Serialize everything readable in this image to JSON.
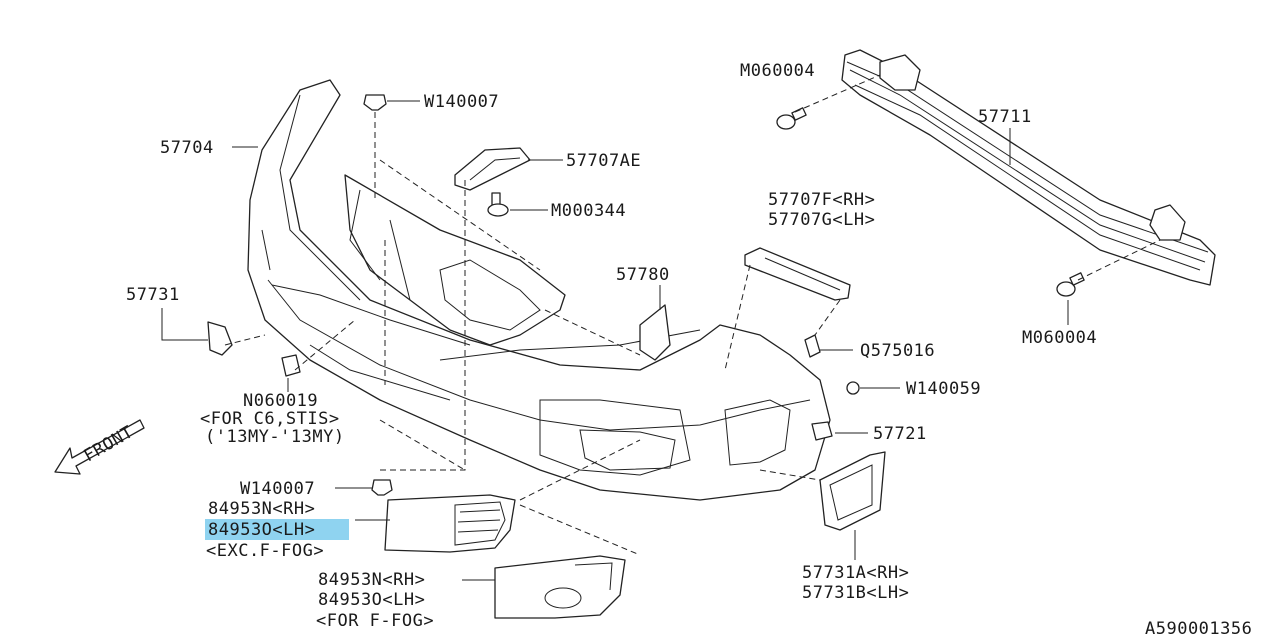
{
  "diagram_id": "A590001356",
  "front_label": "FRONT",
  "highlight_color": "#8fd3f0",
  "labels": {
    "l57704": "57704",
    "w140007_top": "W140007",
    "l57707ae": "57707AE",
    "m000344": "M000344",
    "m060004_top": "M060004",
    "l57711": "57711",
    "l57707f": "57707F<RH>",
    "l57707g": "57707G<LH>",
    "l57780": "57780",
    "l57731": "57731",
    "q575016": "Q575016",
    "w140059": "W140059",
    "m060004_bottom": "M060004",
    "n060019": "N060019",
    "n060019_note1": "<FOR C6,STIS>",
    "n060019_note2": "('13MY-'13MY)",
    "l57721": "57721",
    "w140007_bottom": "W140007",
    "l84953n_a": "84953N<RH>",
    "l84953o_a": "84953O<LH>",
    "exc_ffog": "<EXC.F-FOG>",
    "l57731a": "57731A<RH>",
    "l57731b": "57731B<LH>",
    "l84953n_b": "84953N<RH>",
    "l84953o_b": "84953O<LH>",
    "for_ffog": "<FOR F-FOG>"
  }
}
